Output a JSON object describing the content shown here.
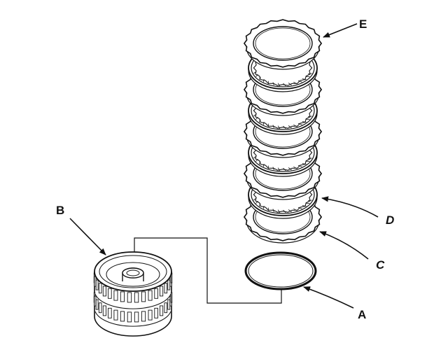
{
  "labels": {
    "a": "A",
    "b": "B",
    "c": "C",
    "d": "D",
    "e": "E"
  },
  "colors": {
    "ink": "#111111",
    "background": "#ffffff"
  }
}
